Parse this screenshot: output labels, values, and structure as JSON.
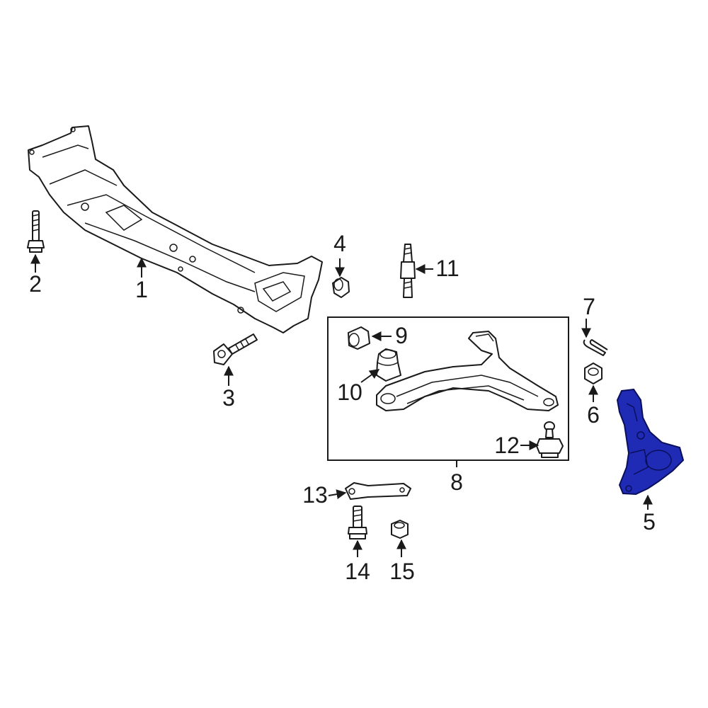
{
  "colors": {
    "line": "#1a1a1a",
    "highlight": "#1f2bb5",
    "background": "#ffffff"
  },
  "callouts": [
    {
      "id": "1",
      "label": "1"
    },
    {
      "id": "2",
      "label": "2"
    },
    {
      "id": "3",
      "label": "3"
    },
    {
      "id": "4",
      "label": "4"
    },
    {
      "id": "5",
      "label": "5"
    },
    {
      "id": "6",
      "label": "6"
    },
    {
      "id": "7",
      "label": "7"
    },
    {
      "id": "8",
      "label": "8"
    },
    {
      "id": "9",
      "label": "9"
    },
    {
      "id": "10",
      "label": "10"
    },
    {
      "id": "11",
      "label": "11"
    },
    {
      "id": "12",
      "label": "12"
    },
    {
      "id": "13",
      "label": "13"
    },
    {
      "id": "14",
      "label": "14"
    },
    {
      "id": "15",
      "label": "15"
    }
  ],
  "highlighted_part": "5"
}
